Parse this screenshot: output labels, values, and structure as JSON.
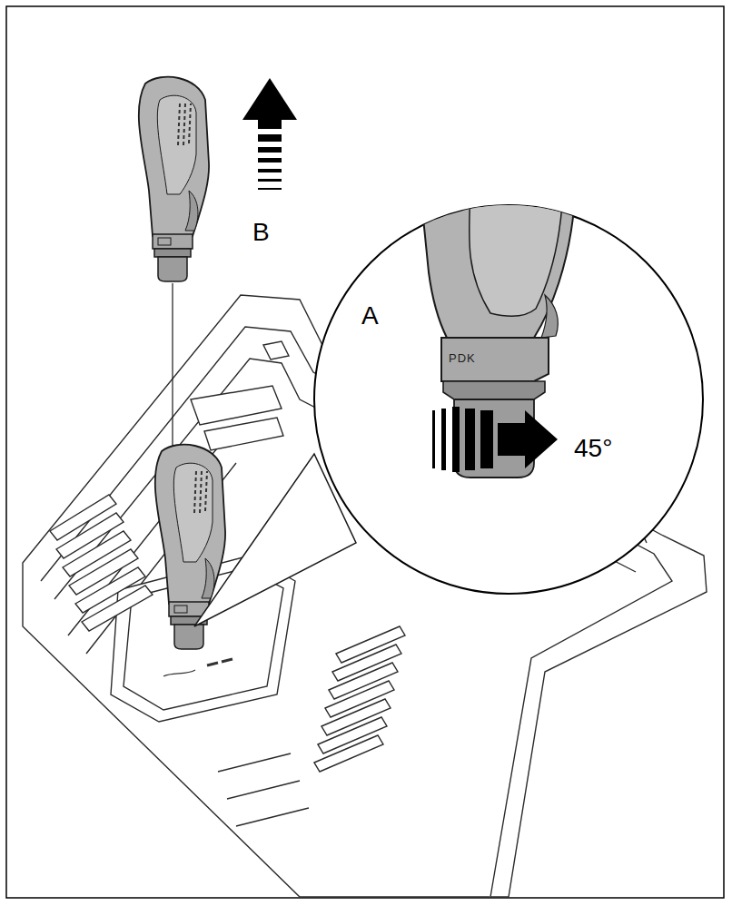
{
  "diagram": {
    "labels": [
      "B",
      "A",
      "45°",
      "PDK"
    ]
  }
}
